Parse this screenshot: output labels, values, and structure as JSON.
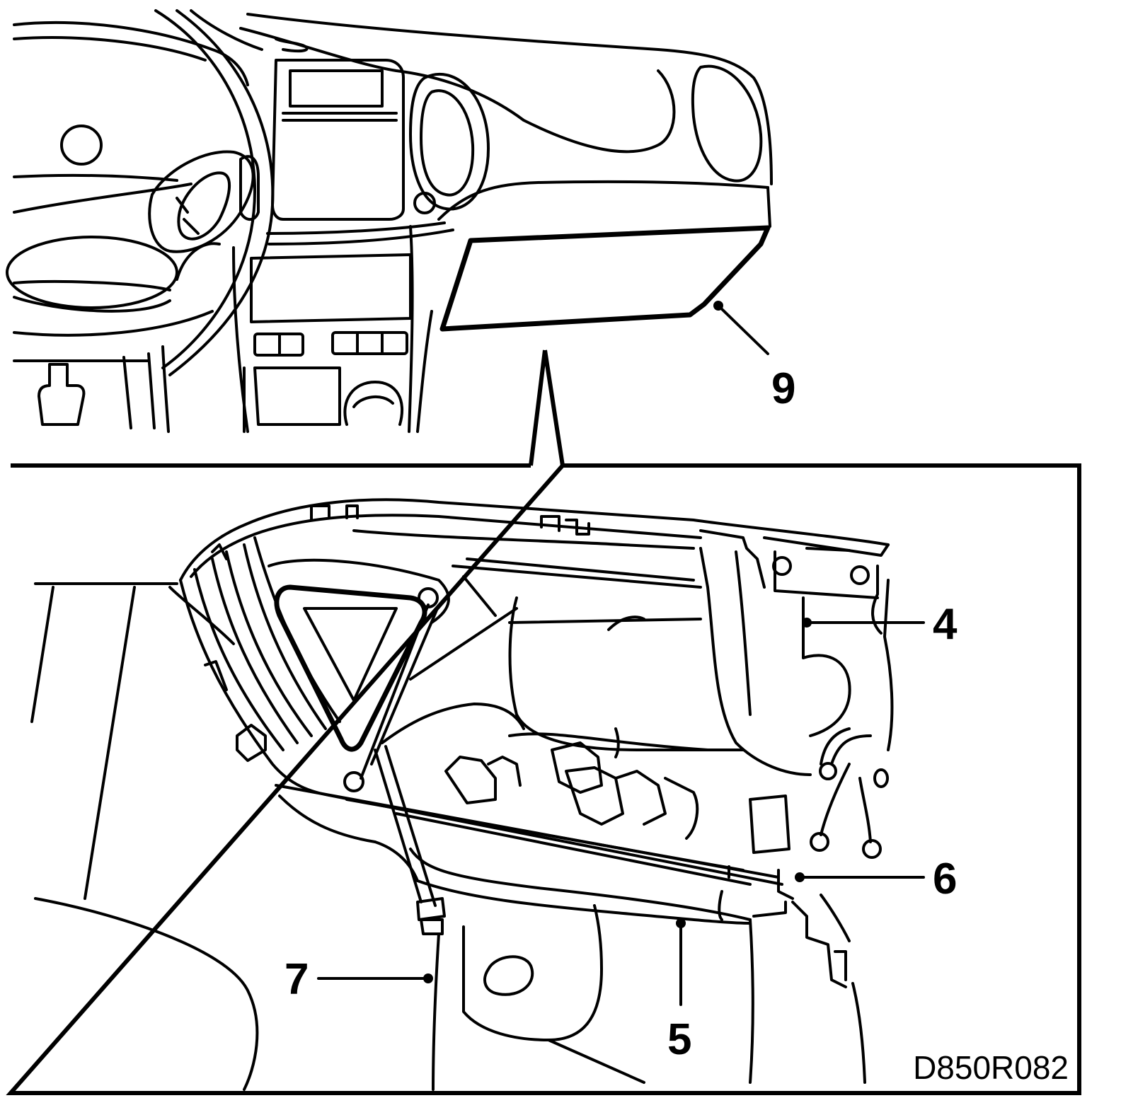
{
  "figure_code": "D850R082",
  "callouts": [
    {
      "id": "9",
      "label": "9"
    },
    {
      "id": "4",
      "label": "4"
    },
    {
      "id": "6",
      "label": "6"
    },
    {
      "id": "7",
      "label": "7"
    },
    {
      "id": "5",
      "label": "5"
    }
  ]
}
